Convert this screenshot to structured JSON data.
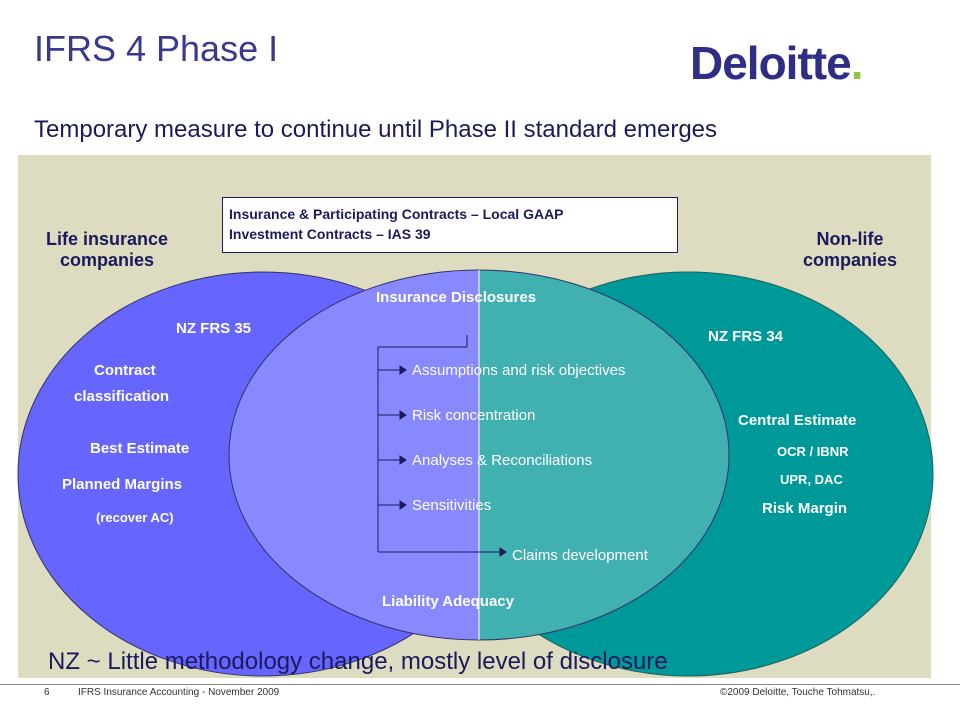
{
  "header": {
    "title": "IFRS 4 Phase I",
    "logo_text": "Deloitte",
    "logo_dot": ".",
    "subtitle": "Temporary measure to continue until Phase II standard emerges"
  },
  "colors": {
    "left_ellipse": "#6666ff",
    "right_ellipse": "#009999",
    "overlap_left": "#8888ff",
    "overlap_right": "#40b0b0",
    "panel_bg": "#dddcc0",
    "logo_dot": "#8cc63f",
    "brand_navy": "#2e2e87"
  },
  "diagram": {
    "gaap_box": {
      "line1": "Insurance & Participating Contracts – Local GAAP",
      "line2": "Investment Contracts – IAS 39"
    },
    "left": {
      "heading_line1": "Life insurance",
      "heading_line2": "companies",
      "standard": "NZ FRS 35",
      "items": [
        "Contract",
        "classification",
        "Best Estimate",
        "Planned Margins",
        "(recover AC)"
      ]
    },
    "right": {
      "heading_line1": "Non-life",
      "heading_line2": "companies",
      "standard": "NZ FRS 34",
      "items": [
        "Central Estimate",
        "OCR / IBNR",
        "UPR, DAC",
        "Risk Margin"
      ]
    },
    "center": {
      "top_label": "Insurance Disclosures",
      "bottom_label": "Liability Adequacy",
      "bullets": [
        "Assumptions and risk objectives",
        "Risk concentration",
        "Analyses & Reconciliations",
        "Sensitivities",
        "Claims development"
      ]
    }
  },
  "bottom_note": "NZ ~ Little methodology change, mostly level of disclosure",
  "footer": {
    "page_number": "6",
    "course": "IFRS Insurance Accounting - November 2009",
    "copyright": "©2009 Deloitte, Touche Tohmatsu,."
  }
}
